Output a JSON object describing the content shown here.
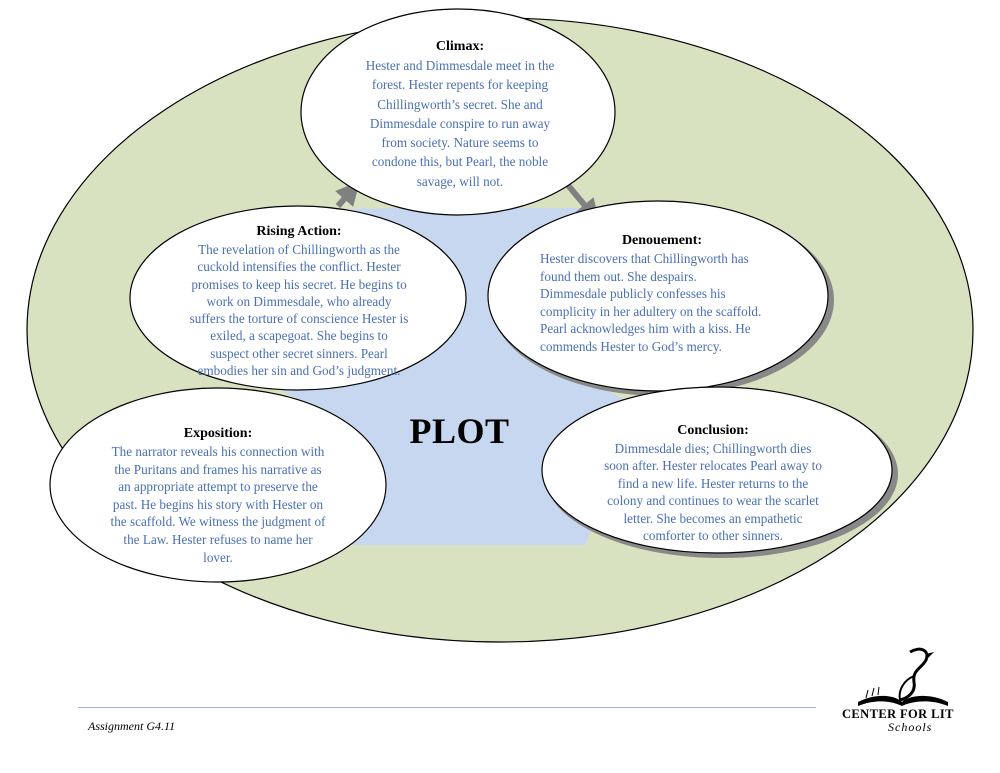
{
  "center_label": "PLOT",
  "nodes": {
    "climax": {
      "title": "Climax:",
      "body": "Hester and Dimmesdale meet in the\nforest. Hester repents for keeping\nChillingworth’s secret. She and\nDimmesdale conspire to run away\nfrom society. Nature seems to\ncondone this, but Pearl, the noble\nsavage, will not."
    },
    "rising_action": {
      "title": "Rising Action:",
      "body": "The revelation of Chillingworth as the\ncuckold intensifies the conflict. Hester\npromises to keep his secret. He begins to\nwork on Dimmesdale, who already\nsuffers the torture of conscience Hester is\nexiled, a scapegoat. She begins to\nsuspect other secret sinners. Pearl\nembodies her sin and God’s judgment."
    },
    "denouement": {
      "title": "Denouement:",
      "body": "Hester discovers that Chillingworth has\nfound them out. She despairs.\nDimmesdale publicly confesses his\ncomplicity in her adultery on the scaffold.\nPearl acknowledges him with a kiss. He\ncommends Hester to God’s mercy."
    },
    "exposition": {
      "title": "Exposition:",
      "body": "The narrator reveals his connection with\nthe Puritans and frames his narrative as\nan appropriate attempt to preserve the\npast. He begins his story with Hester on\nthe scaffold. We witness the judgment of\nthe Law. Hester refuses to name her\nlover."
    },
    "conclusion": {
      "title": "Conclusion:",
      "body": "Dimmesdale dies; Chillingworth dies\nsoon after. Hester relocates Pearl away to\nfind a new life. Hester returns to the\ncolony and continues to wear the scarlet\nletter. She becomes an empathetic\ncomforter to other sinners."
    }
  },
  "footer": {
    "assignment": "Assignment G4.11",
    "logo_text": "CENTER FOR LIT",
    "logo_sub": "Schools"
  },
  "colors": {
    "outer_ellipse": "#d8e2c0",
    "inner_shape": "#c6d7ef",
    "node_fill": "#ffffff",
    "arrow": "#808080",
    "body_text": "#4a6fb5"
  }
}
